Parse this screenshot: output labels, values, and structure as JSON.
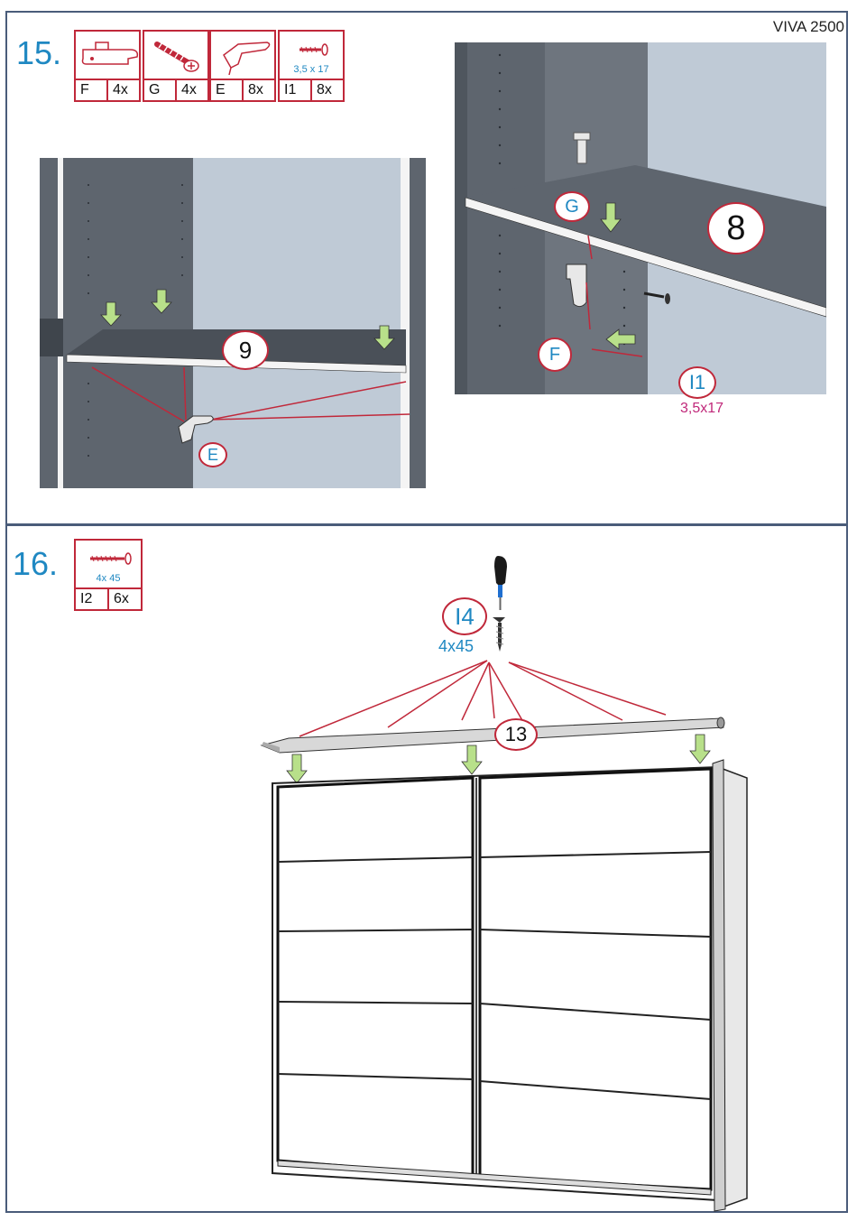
{
  "header": {
    "brand": "VIVA 2500"
  },
  "step15": {
    "number": "15.",
    "parts": [
      {
        "code": "F",
        "qty": "4x",
        "icon": "shelf-clip-icon"
      },
      {
        "code": "G",
        "qty": "4x",
        "icon": "screw-icon"
      },
      {
        "code": "E",
        "qty": "8x",
        "icon": "shelf-support-icon"
      },
      {
        "code": "I1",
        "qty": "8x",
        "icon": "small-screw-icon",
        "size": "3,5 x 17"
      }
    ],
    "left_detail": {
      "panel": "9",
      "part": "E"
    },
    "right_detail": {
      "panel": "8",
      "parts": [
        "G",
        "F"
      ],
      "screw": "I1",
      "screw_size": "3,5x17"
    }
  },
  "step16": {
    "number": "16.",
    "parts": [
      {
        "code": "I2",
        "qty": "6x",
        "icon": "long-screw-icon",
        "size": "4x 45"
      }
    ],
    "screw": "I4",
    "screw_size": "4x45",
    "panel": "13"
  },
  "colors": {
    "accent": "#1f88c2",
    "callout": "#c0283a",
    "arrow": "#b8e08a",
    "panel_dark": "#5e656e",
    "panel_light": "#bfcad6"
  }
}
